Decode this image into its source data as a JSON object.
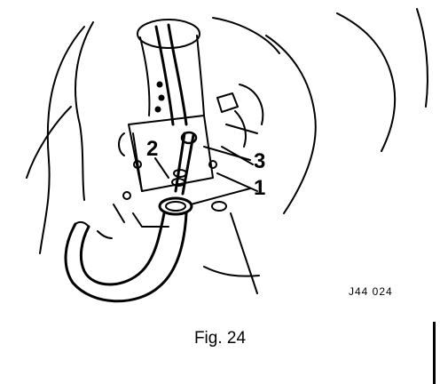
{
  "figure": {
    "callouts": {
      "one": "1",
      "two": "2",
      "three": "3"
    },
    "reference_code": "J44 024",
    "caption": "Fig. 24"
  }
}
